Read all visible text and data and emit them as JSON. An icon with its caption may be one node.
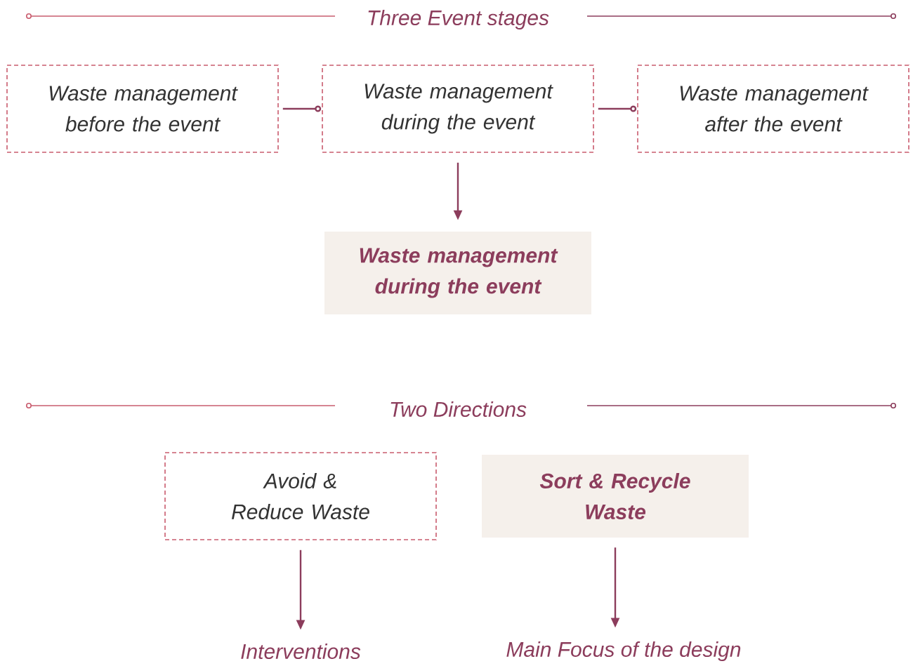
{
  "diagram": {
    "nodes": [
      {
        "text": [
          "Waste management before the event"
        ]
      },
      {
        "text": [
          "Waste management during the event"
        ]
      },
      {
        "text": [
          "Waste management after the event"
        ]
      },
      {
        "text": [
          "Waste management during the event"
        ]
      },
      {
        "text": [
          "Avoid & Reduce Waste"
        ]
      },
      {
        "text": [
          "Sort & Recycle Waste"
        ]
      },
      {
        "text": [
          "Interventions"
        ]
      },
      {
        "text": [
          "Main Focus of the design"
        ]
      }
    ],
    "edges": [
      {
        "from": 0,
        "to": 1,
        "arrow": "to"
      },
      {
        "from": 1,
        "to": 2,
        "arrow": "to"
      },
      {
        "from": 1,
        "to": 3,
        "arrow": "to"
      },
      {
        "from": 4,
        "to": 6,
        "arrow": "to"
      },
      {
        "from": 5,
        "to": 7,
        "arrow": "to"
      }
    ],
    "labels": [
      "Three Event stages",
      "Two Directions"
    ]
  }
}
